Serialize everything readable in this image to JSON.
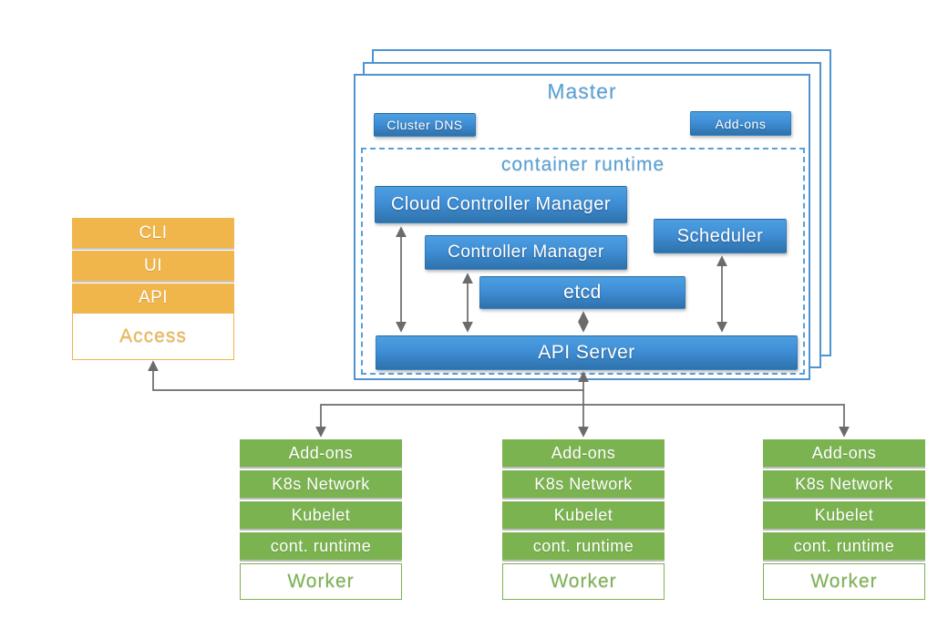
{
  "colors": {
    "master_border_blue": "#4f94d0",
    "component_blue_top": "#4d9fe0",
    "component_blue_bottom": "#2e72ab",
    "title_blue": "#55a0d6",
    "access_orange": "#f0b64b",
    "worker_green": "#7cb351",
    "arrow_gray": "#6b6b6b"
  },
  "master": {
    "title": "Master",
    "cluster_dns_label": "Cluster DNS",
    "addons_label": "Add-ons",
    "container_runtime_title": "container runtime",
    "components": {
      "cloud_controller_manager": "Cloud Controller Manager",
      "controller_manager": "Controller Manager",
      "scheduler": "Scheduler",
      "etcd": "etcd",
      "api_server": "API Server"
    }
  },
  "access_stack": {
    "items": [
      "CLI",
      "UI",
      "API"
    ],
    "label": "Access"
  },
  "workers": [
    {
      "rows": [
        "Add-ons",
        "K8s Network",
        "Kubelet",
        "cont. runtime"
      ],
      "label": "Worker"
    },
    {
      "rows": [
        "Add-ons",
        "K8s Network",
        "Kubelet",
        "cont. runtime"
      ],
      "label": "Worker"
    },
    {
      "rows": [
        "Add-ons",
        "K8s Network",
        "Kubelet",
        "cont. runtime"
      ],
      "label": "Worker"
    }
  ]
}
